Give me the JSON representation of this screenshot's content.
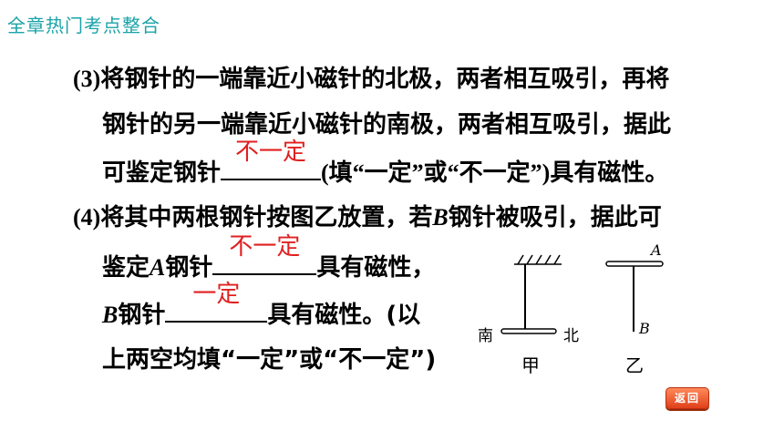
{
  "header": {
    "title": "全章热门考点整合"
  },
  "q3": {
    "num": "(3)",
    "line1": "将钢针的一端靠近小磁针的北极，两者相互吸引，再将",
    "line2": "钢针的另一端靠近小磁针的南极，两者相互吸引，据此",
    "line3_pre": "可鉴定钢针",
    "answer": "不一定",
    "line3_post_paren": "(填“一定”或“不一定”)",
    "line3_post": "具有磁性。"
  },
  "q4": {
    "num": "(4)",
    "line1_a": "将其中两根钢针按图乙放置，若",
    "var_b": "B",
    "line1_b": "钢针被吸引，据此可",
    "line2_pre": "鉴定",
    "var_a": "A",
    "line2_mid": "钢针",
    "answer_a": "不一定",
    "line2_post": "具有磁性，",
    "line3_var": "B",
    "line3_pre": "钢针",
    "answer_b": "一定",
    "line3_post": "具有磁性。(以",
    "line4": "上两空均填“一定”或“不一定”)"
  },
  "diagram": {
    "south": "南",
    "north": "北",
    "label_jia": "甲",
    "label_yi": "乙",
    "label_a": "A",
    "label_b": "B"
  },
  "nav": {
    "back_label": "返回"
  },
  "colors": {
    "header": "#1aa3a8",
    "answer": "#e02020"
  }
}
